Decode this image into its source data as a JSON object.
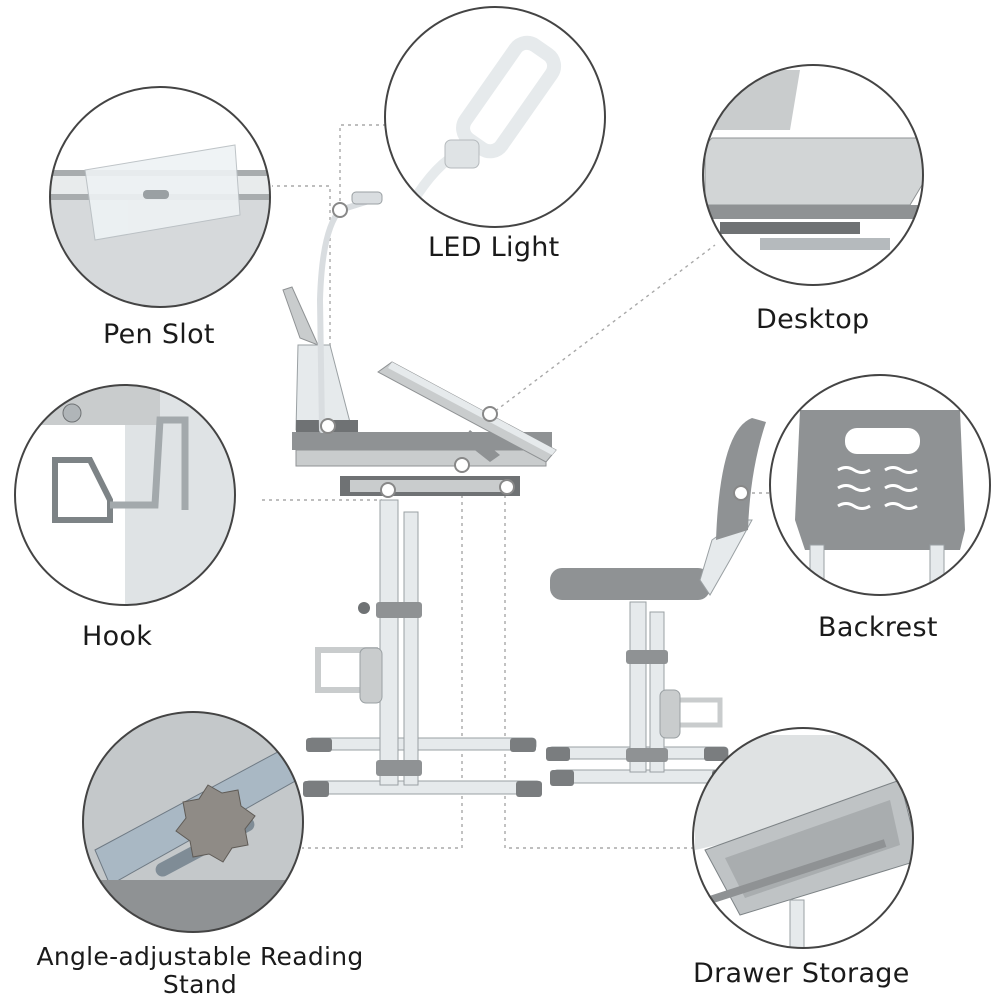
{
  "callouts": {
    "led_light": "LED Light",
    "pen_slot": "Pen Slot",
    "desktop": "Desktop",
    "hook": "Hook",
    "backrest": "Backrest",
    "reading_stand": "Angle-adjustable Reading Stand",
    "drawer_storage": "Drawer Storage"
  },
  "colors": {
    "frame_white": "#e6eaec",
    "plastic_grey": "#8f9294",
    "panel_grey": "#c9cccd",
    "dark_grey": "#6f7274",
    "circle_outline": "#444444",
    "dotted_line": "#a8a8a8"
  }
}
